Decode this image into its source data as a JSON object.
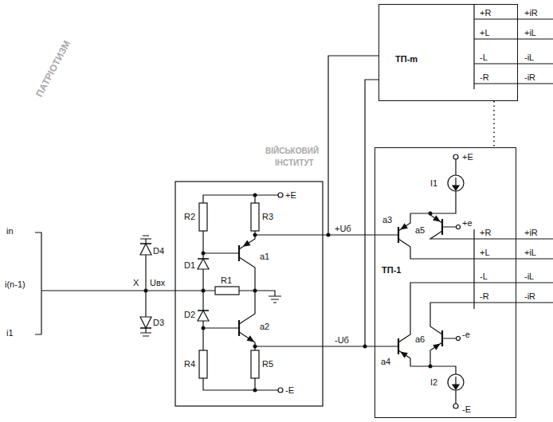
{
  "diagram": {
    "nodes": [
      {
        "text": [
          "ТП-m"
        ]
      },
      {
        "text": [
          "ТП-1"
        ]
      }
    ],
    "edges": [
      {
        "from": 0,
        "to": 1,
        "arrow": "none"
      }
    ],
    "labels": [
      "+E",
      "R2",
      "R3",
      "a1",
      "D1",
      "R1",
      "D2",
      "a2",
      "R4",
      "R5",
      "-E",
      "D4",
      "D3",
      "X",
      "Uвх",
      "in",
      "i(n-1)",
      "i1",
      "+Uб",
      "-Uб",
      "+R",
      "+iR",
      "+L",
      "+iL",
      "-L",
      "-iL",
      "-R",
      "-iR",
      "+E",
      "I1",
      "a3",
      "a5",
      "+e",
      "+R",
      "+iR",
      "+L",
      "+iL",
      "-L",
      "-iL",
      "-R",
      "-iR",
      "a4",
      "a6",
      "-e",
      "I2",
      "-E",
      "ВІЙСЬКОВИЙ",
      "ІНСТИТУТ",
      "ПАТРІОТИЗМ"
    ]
  }
}
